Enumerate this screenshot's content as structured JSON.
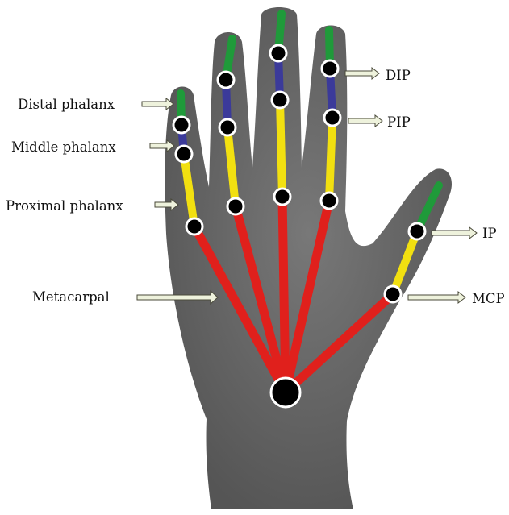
{
  "labels": {
    "distal_phalanx": "Distal phalanx",
    "middle_phalanx": "Middle phalanx",
    "proximal_phalanx": "Proximal phalanx",
    "metacarpal": "Metacarpal",
    "dip": "DIP",
    "pip": "PIP",
    "ip": "IP",
    "mcp": "MCP"
  },
  "colors": {
    "skin": "#6b6b6b",
    "distal": "#1f9a3a",
    "middle": "#3b3a9a",
    "proximal": "#f2e010",
    "metacarpal": "#e0201c",
    "joint_fill": "#000000",
    "joint_ring": "#ffffff",
    "arrow_fill": "#eef2dc",
    "arrow_stroke": "#4a4a3a"
  }
}
